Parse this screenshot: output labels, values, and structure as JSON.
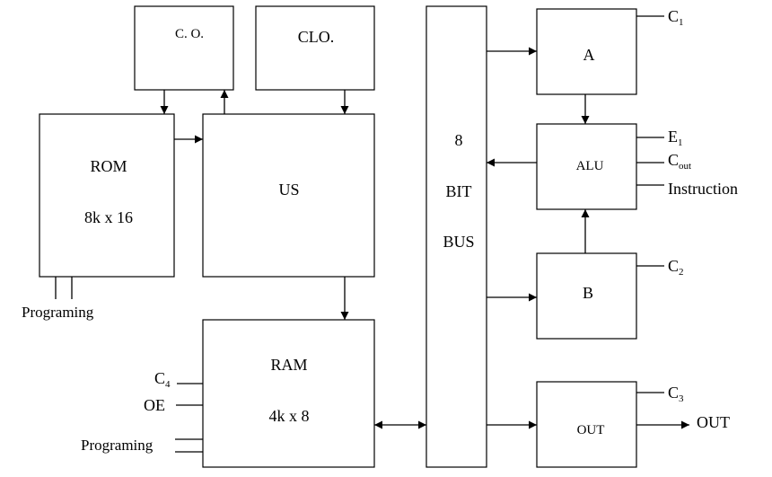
{
  "blocks": {
    "co": "C. O.",
    "clo": "CLO.",
    "rom": {
      "name": "ROM",
      "size": "8k x 16"
    },
    "us": "US",
    "ram": {
      "name": "RAM",
      "size": "4k x 8"
    },
    "bus": {
      "line1": "8",
      "line2": "BIT",
      "line3": "BUS"
    },
    "a": "A",
    "alu": "ALU",
    "b": "B",
    "out": "OUT"
  },
  "signals": {
    "c1": {
      "base": "C",
      "sub": "1"
    },
    "e1": {
      "base": "E",
      "sub": "1"
    },
    "cout": {
      "base": "C",
      "sub": "out"
    },
    "instruction": "Instruction",
    "c2": {
      "base": "C",
      "sub": "2"
    },
    "c3": {
      "base": "C",
      "sub": "3"
    },
    "c4": {
      "base": "C",
      "sub": "4"
    },
    "oe": "OE",
    "rom_programing": "Programing",
    "ram_programing": "Programing",
    "output": "OUT"
  }
}
